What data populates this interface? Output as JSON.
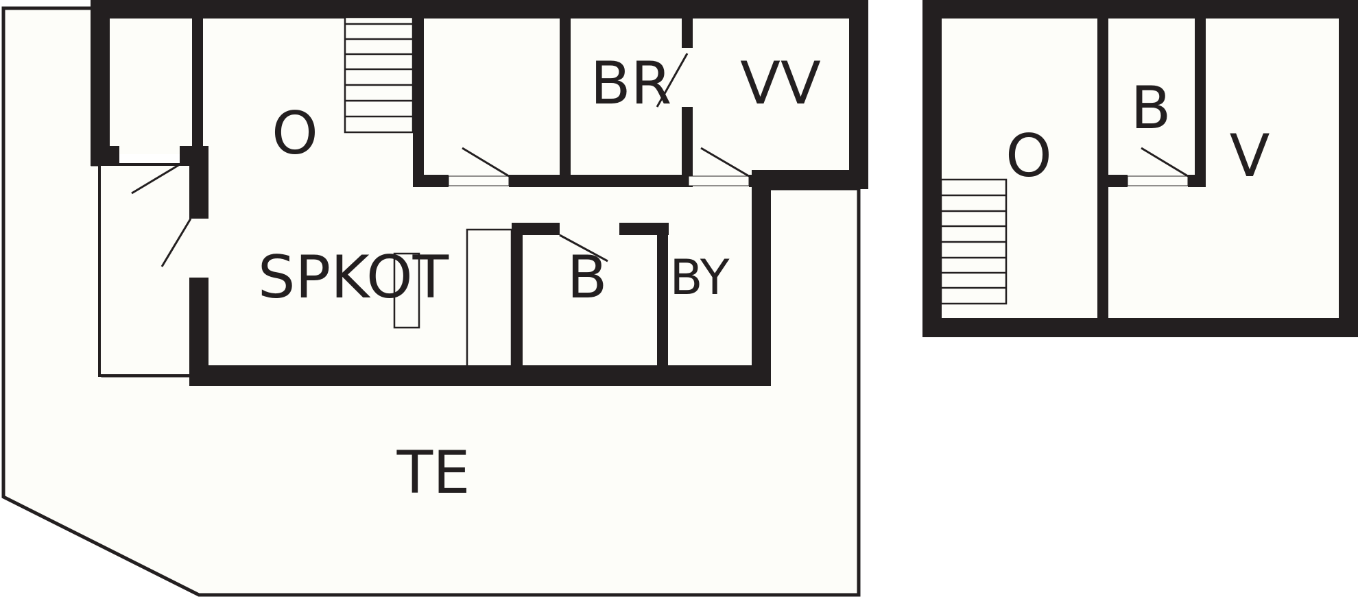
{
  "floor_1": {
    "rooms": {
      "allrum": "O",
      "sovrum": "BR",
      "vardagsrum": "VV",
      "kok": "SPKOT",
      "badrum": "B",
      "forrad": "BY",
      "terrass": "TE"
    }
  },
  "floor_2": {
    "rooms": {
      "allrum": "O",
      "badrum": "B",
      "vardagsrum": "V"
    }
  },
  "colors": {
    "wall": "#231f20",
    "floor": "#fdfdf9",
    "background": "#ffffff",
    "stair_line": "#231f20"
  }
}
